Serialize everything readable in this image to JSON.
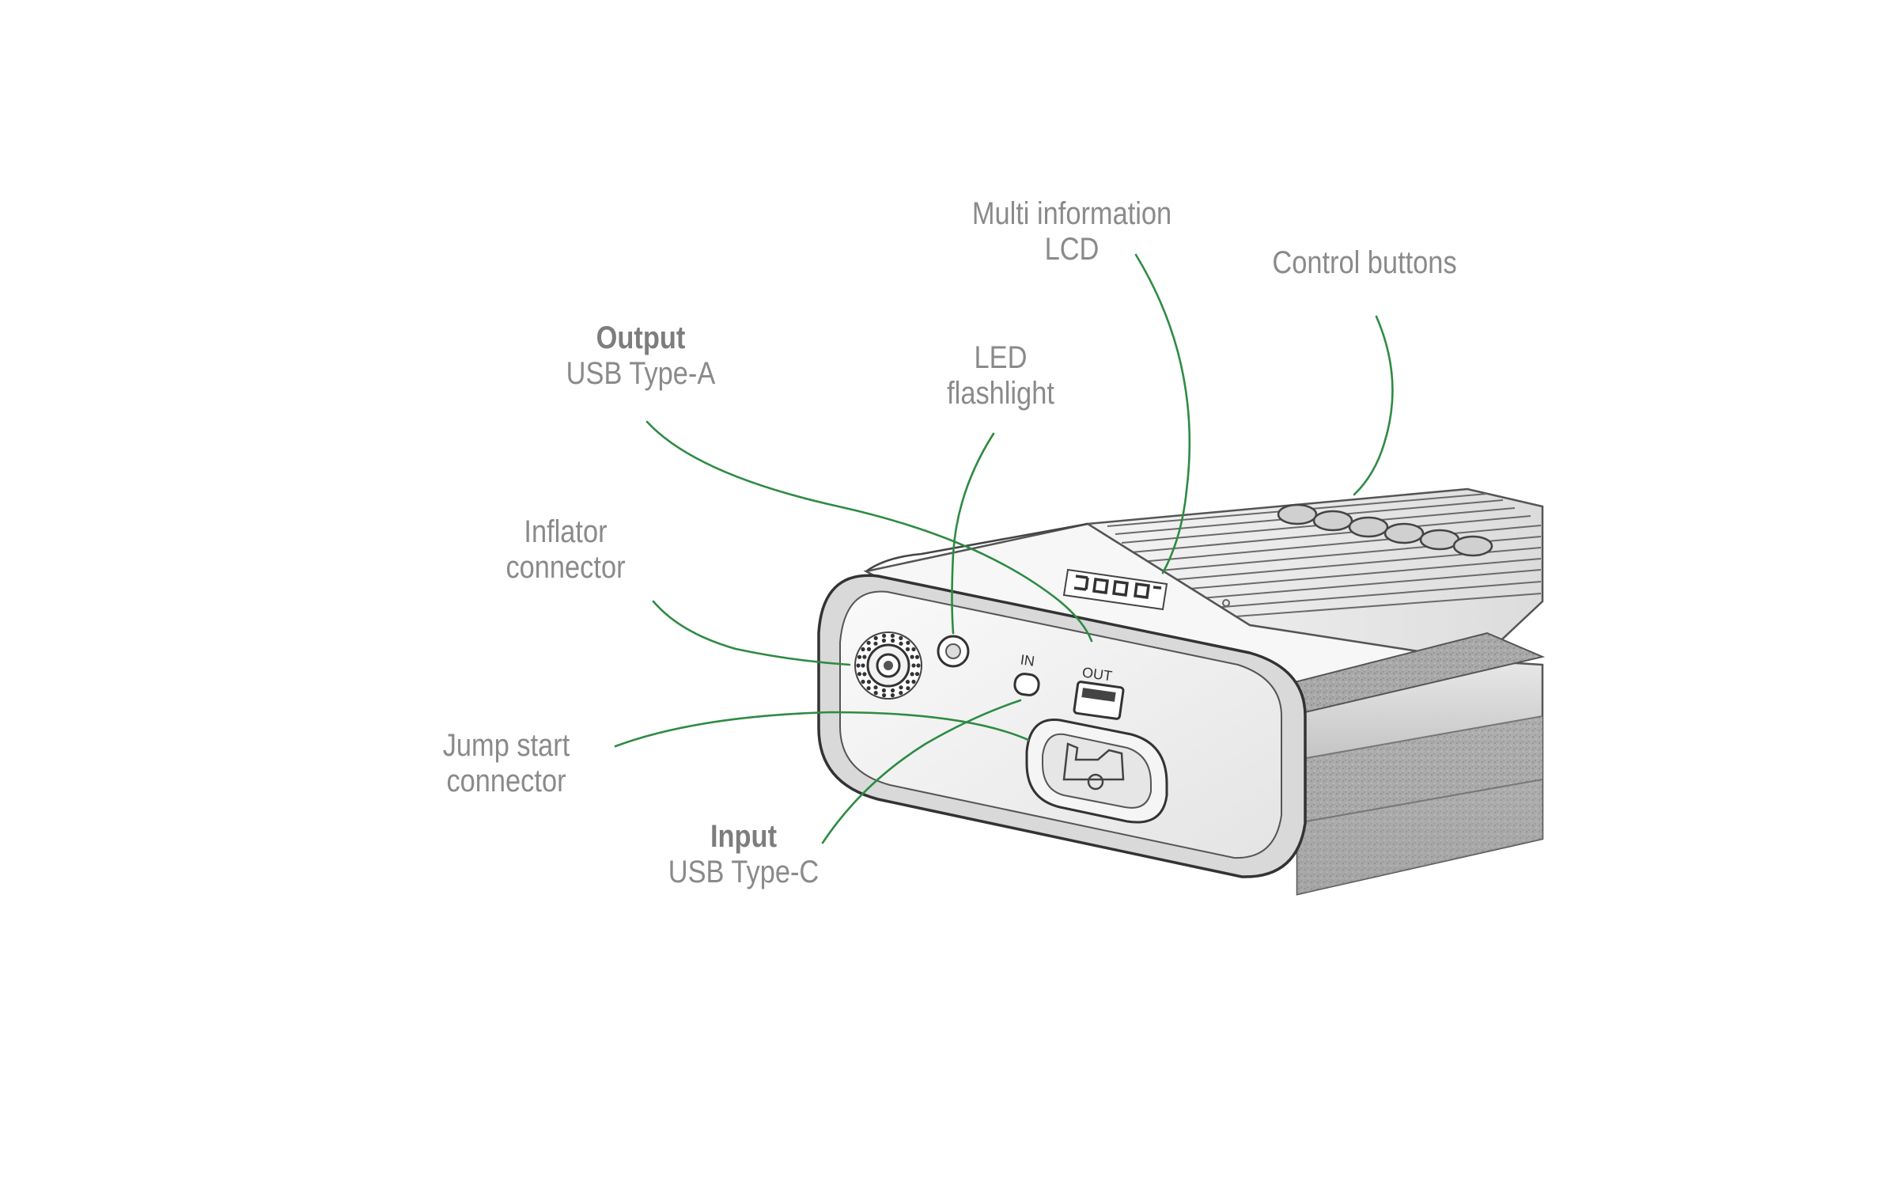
{
  "diagram": {
    "subject": "portable jump starter with inflator",
    "leader_color": "#2e8b44",
    "label_color": "#8a8a8a",
    "callouts": {
      "lcd": {
        "line1": "Multi information",
        "line2": "LCD"
      },
      "buttons": {
        "line1": "Control buttons"
      },
      "output": {
        "bold": "Output",
        "line": "USB Type-A"
      },
      "led": {
        "line1": "LED",
        "line2": "flashlight"
      },
      "inflator": {
        "line1": "Inflator",
        "line2": "connector"
      },
      "jump": {
        "line1": "Jump start",
        "line2": "connector"
      },
      "input": {
        "bold": "Input",
        "line": "USB Type-C"
      }
    },
    "port_labels": {
      "in": "IN",
      "out": "OUT"
    }
  }
}
